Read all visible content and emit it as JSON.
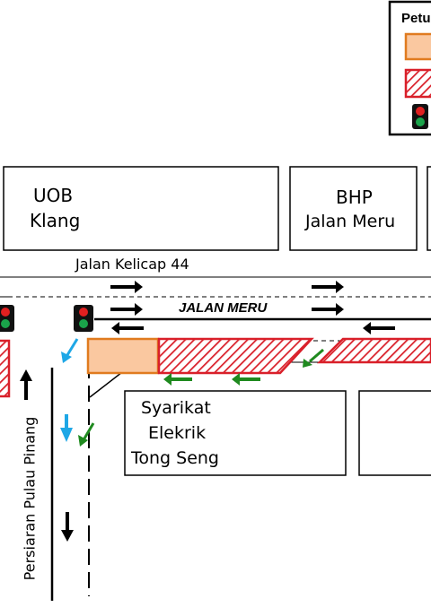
{
  "legend": {
    "title_fragment": "Petu",
    "colors": {
      "orange_fill": "#fac8a0",
      "orange_stroke": "#e07b1f",
      "red_stroke": "#d9202a"
    },
    "icons": [
      "orange-box-icon",
      "red-hatched-box-icon",
      "traffic-light-icon"
    ]
  },
  "buildings": {
    "uob": {
      "line1": "UOB",
      "line2": "Klang"
    },
    "bhp": {
      "line1": "BHP",
      "line2": "Jalan Meru"
    },
    "tong_seng": {
      "line1": "Syarikat",
      "line2": "Elekrik",
      "line3": "Tong Seng"
    }
  },
  "roads": {
    "kelicap": "Jalan Kelicap 44",
    "meru": "JALAN MERU",
    "pulau_pinang": "Persiaran Pulau Pinang"
  },
  "arrow_colors": {
    "traffic": "#000000",
    "pedestrian_blue": "#1ea7e6",
    "green_flow": "#1f8a1f"
  }
}
